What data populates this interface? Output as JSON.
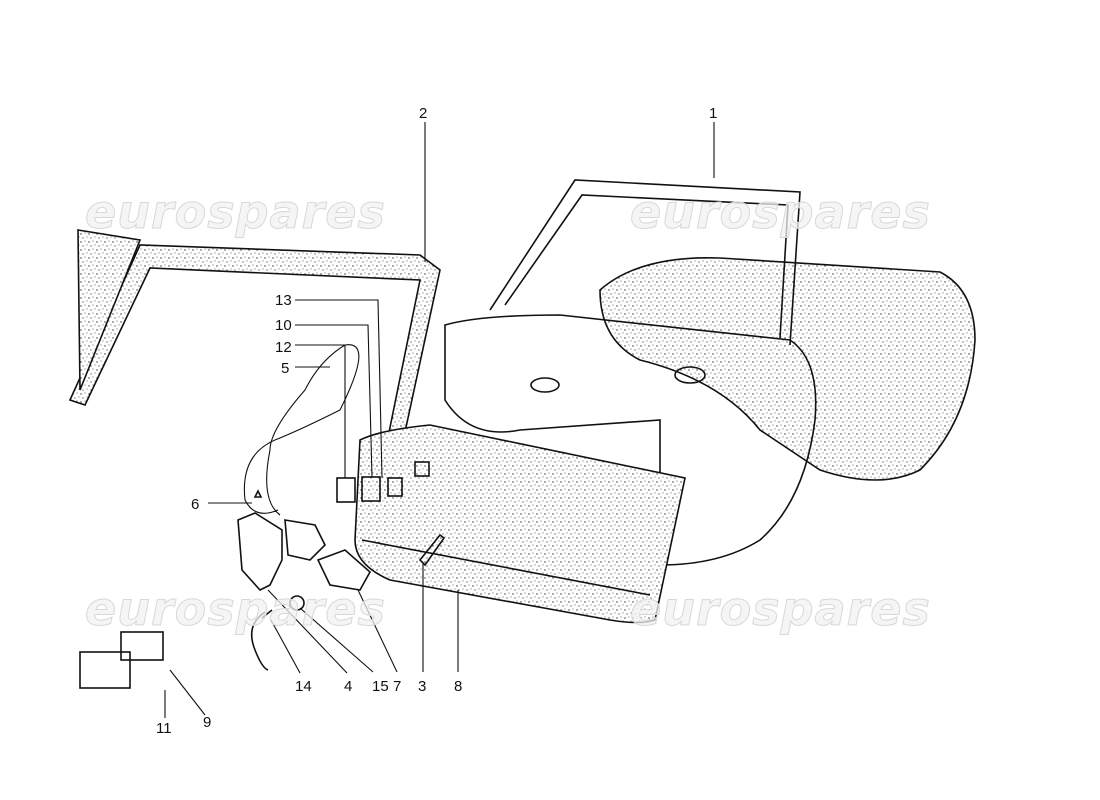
{
  "watermark": {
    "text": "eurospares"
  },
  "callouts": [
    {
      "id": "1",
      "label": "1"
    },
    {
      "id": "2",
      "label": "2"
    },
    {
      "id": "13",
      "label": "13"
    },
    {
      "id": "10",
      "label": "10"
    },
    {
      "id": "12",
      "label": "12"
    },
    {
      "id": "5",
      "label": "5"
    },
    {
      "id": "6",
      "label": "6"
    },
    {
      "id": "14",
      "label": "14"
    },
    {
      "id": "4",
      "label": "4"
    },
    {
      "id": "15",
      "label": "15"
    },
    {
      "id": "7",
      "label": "7"
    },
    {
      "id": "3",
      "label": "3"
    },
    {
      "id": "8",
      "label": "8"
    },
    {
      "id": "11",
      "label": "11"
    },
    {
      "id": "9",
      "label": "9"
    }
  ]
}
